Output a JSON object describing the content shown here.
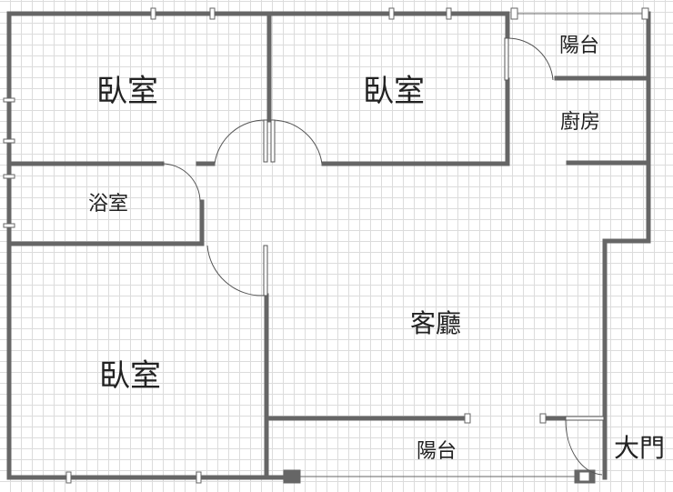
{
  "rooms": {
    "bedroom_top_left": "臥室",
    "bedroom_top_middle": "臥室",
    "bedroom_bottom_left": "臥室",
    "bathroom": "浴室",
    "balcony_top": "陽台",
    "kitchen": "廚房",
    "living_room": "客廳",
    "balcony_bottom": "陽台",
    "main_door": "大門"
  },
  "colors": {
    "wall": "#666666",
    "grid": "#dcdcdc",
    "text": "#222222"
  }
}
